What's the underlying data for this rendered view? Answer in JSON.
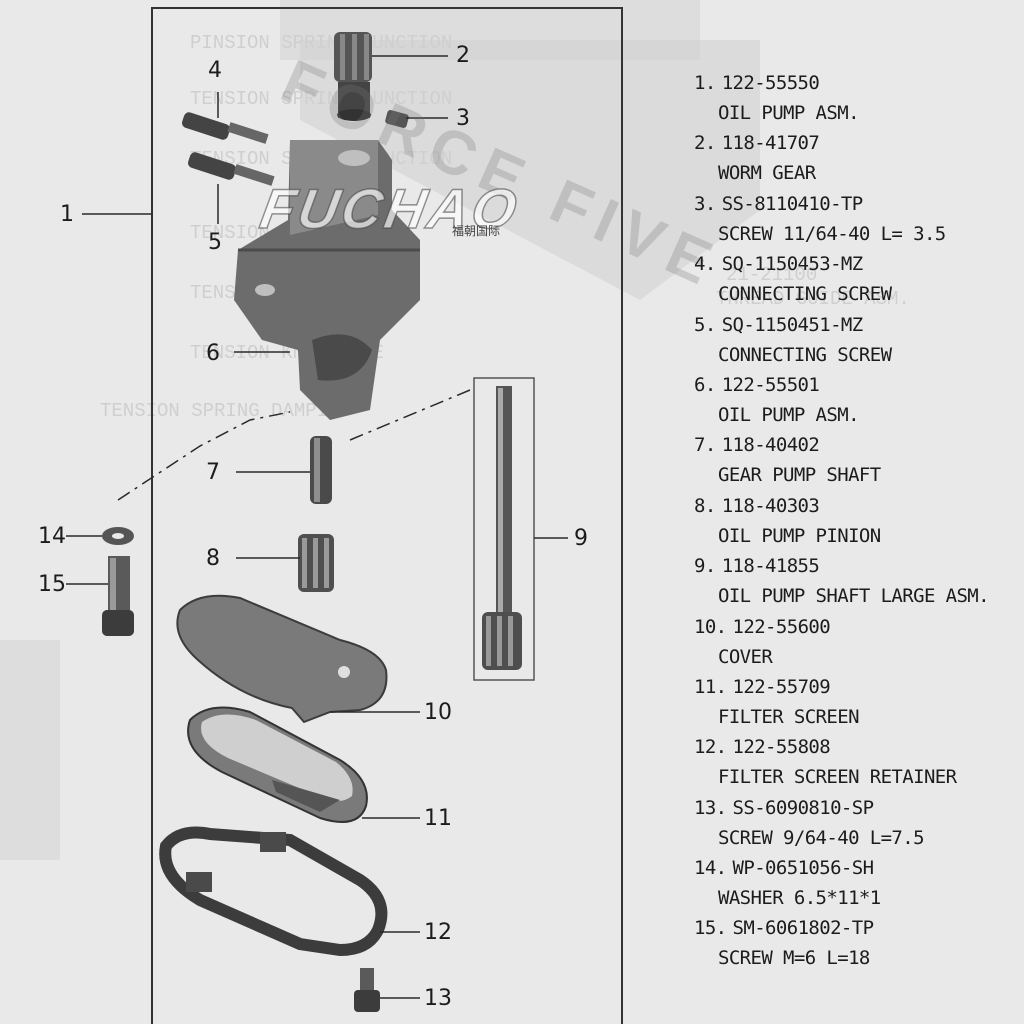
{
  "watermark": {
    "brand": "FUCHAO",
    "brand_sub": "福朝国际",
    "background_mark": "FORCE FIVE"
  },
  "callouts": [
    "1",
    "2",
    "3",
    "4",
    "5",
    "6",
    "7",
    "8",
    "9",
    "10",
    "11",
    "12",
    "13",
    "14",
    "15"
  ],
  "parts": [
    {
      "num": "1.",
      "code": "122-55550",
      "name": "OIL PUMP ASM."
    },
    {
      "num": "2.",
      "code": "118-41707",
      "name": "WORM GEAR"
    },
    {
      "num": "3.",
      "code": "SS-8110410-TP",
      "name": "SCREW 11/64-40 L= 3.5"
    },
    {
      "num": "4.",
      "code": "SQ-1150453-MZ",
      "name": "CONNECTING SCREW"
    },
    {
      "num": "5.",
      "code": "SQ-1150451-MZ",
      "name": "CONNECTING SCREW"
    },
    {
      "num": "6.",
      "code": "122-55501",
      "name": "OIL PUMP ASM."
    },
    {
      "num": "7.",
      "code": "118-40402",
      "name": "GEAR PUMP SHAFT"
    },
    {
      "num": "8.",
      "code": "118-40303",
      "name": "OIL PUMP PINION"
    },
    {
      "num": "9.",
      "code": "118-41855",
      "name": "OIL PUMP SHAFT LARGE ASM."
    },
    {
      "num": "10.",
      "code": "122-55600",
      "name": "COVER"
    },
    {
      "num": "11.",
      "code": "122-55709",
      "name": "FILTER SCREEN"
    },
    {
      "num": "12.",
      "code": "122-55808",
      "name": "FILTER SCREEN RETAINER"
    },
    {
      "num": "13.",
      "code": "SS-6090810-SP",
      "name": "SCREW 9/64-40 L=7.5"
    },
    {
      "num": "14.",
      "code": "WP-0651056-SH",
      "name": "WASHER 6.5*11*1"
    },
    {
      "num": "15.",
      "code": "SM-6061802-TP",
      "name": "SCREW M=6 L=18"
    }
  ]
}
